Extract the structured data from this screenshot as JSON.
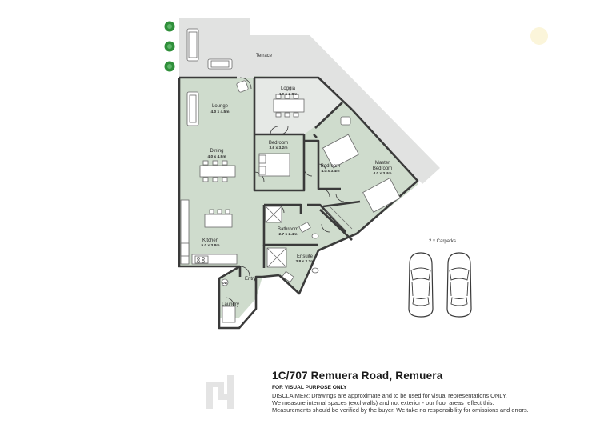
{
  "rooms": {
    "terrace": {
      "label": "Terrace",
      "dim": ""
    },
    "loggia": {
      "label": "Loggia",
      "dim": "4.0 x 2.8m"
    },
    "lounge": {
      "label": "Lounge",
      "dim": "4.0 x 4.5m"
    },
    "dining": {
      "label": "Dining",
      "dim": "4.0 x 4.9m"
    },
    "bedroom1": {
      "label": "Bedroom",
      "dim": "3.6 x 3.2m"
    },
    "bedroom2": {
      "label": "Bedroom",
      "dim": "4.0 x 3.4m"
    },
    "master": {
      "label1": "Master",
      "label2": "Bedroom",
      "dim": "4.0 x 3.4m"
    },
    "bathroom": {
      "label": "Bathroom",
      "dim": "2.7 x 2.4m"
    },
    "ensuite": {
      "label": "Ensuite",
      "dim": "3.8 x 2.2m"
    },
    "kitchen": {
      "label": "Kitchen",
      "dim": "5.0 x 3.8m"
    },
    "entry": {
      "label": "Entry"
    },
    "laundry": {
      "label": "Laundry"
    },
    "dw": {
      "label": "DW"
    }
  },
  "carparks": {
    "label": "2 x Carparks"
  },
  "footer": {
    "address": "1C/707 Remuera Road, Remuera",
    "visual_purpose": "FOR VISUAL PURPOSE ONLY",
    "disclaimer_1": "DISCLAIMER:  Drawings are approximate and to be used for visual representations ONLY.",
    "disclaimer_2": "We measure internal spaces (excl walls) and not exterior - our floor areas reflect this.",
    "disclaimer_3": "Measurements should be verified by the buyer. We take no responsibility for omissions and errors."
  },
  "colors": {
    "room_fill": "#cfdccd",
    "terrace_fill": "#e1e2e1",
    "wall": "#3a3a3a",
    "tree": "#2f8f3a",
    "sun": "#fbf5da"
  }
}
